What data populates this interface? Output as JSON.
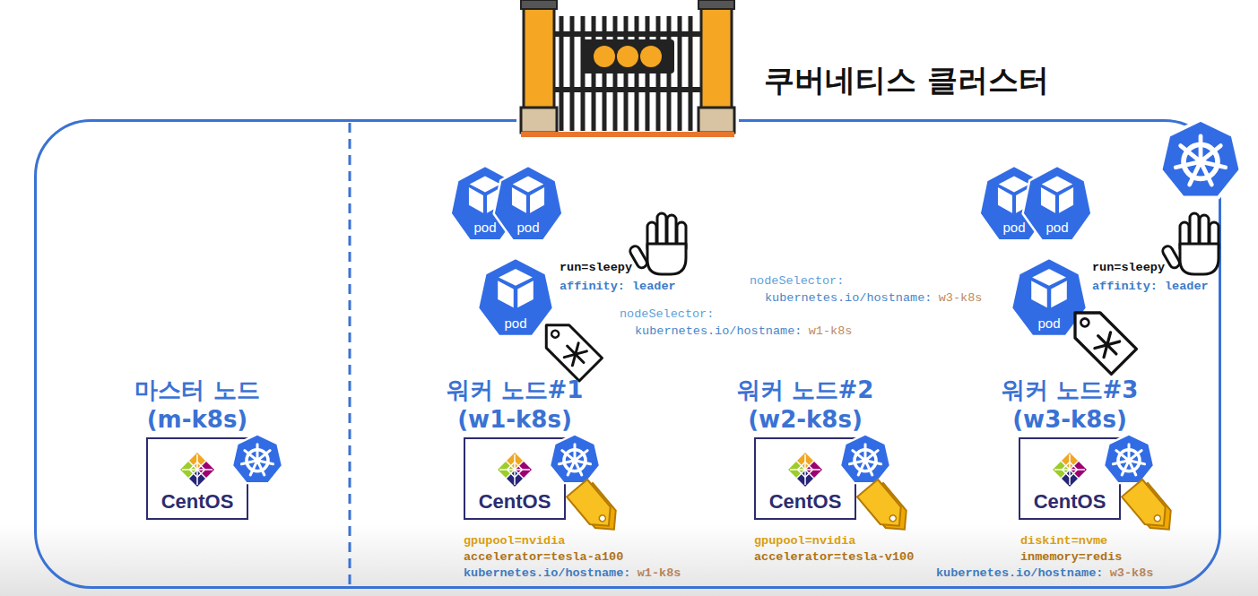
{
  "diagram": {
    "nodes": [
      {
        "text": [
          "쿠버네티스 클러스터"
        ]
      },
      {
        "text": [
          "pod"
        ],
        "in": 0
      },
      {
        "text": [
          "pod"
        ],
        "in": 0
      },
      {
        "text": [
          "pod"
        ],
        "in": 0
      },
      {
        "text": [
          "pod"
        ],
        "in": 0
      },
      {
        "text": [
          "pod"
        ],
        "in": 0
      },
      {
        "text": [
          "pod"
        ],
        "in": 0
      },
      {
        "text": [
          "마스터 노드 (m-k8s)",
          "CentOS"
        ],
        "in": 0
      },
      {
        "text": [
          "워커 노드#1 (w1-k8s)",
          "CentOS"
        ],
        "in": 0
      },
      {
        "text": [
          "워커 노드#2 (w2-k8s)",
          "CentOS"
        ],
        "in": 0
      },
      {
        "text": [
          "워커 노드#3 (w3-k8s)",
          "CentOS"
        ],
        "in": 0
      }
    ],
    "labels": [
      "run=sleepy",
      "affinity: leader",
      "run=sleepy",
      "affinity: leader",
      "nodeSelector:",
      "kubernetes.io/hostname:",
      "w3-k8s",
      "nodeSelector:",
      "kubernetes.io/hostname:",
      "w1-k8s",
      "gpupool=nvidia",
      "accelerator=tesla-a100",
      "kubernetes.io/hostname:",
      "w1-k8s",
      "gpupool=nvidia",
      "accelerator=tesla-v100",
      "diskint=nvme",
      "inmemory=redis",
      "kubernetes.io/hostname:",
      "w3-k8s"
    ]
  }
}
